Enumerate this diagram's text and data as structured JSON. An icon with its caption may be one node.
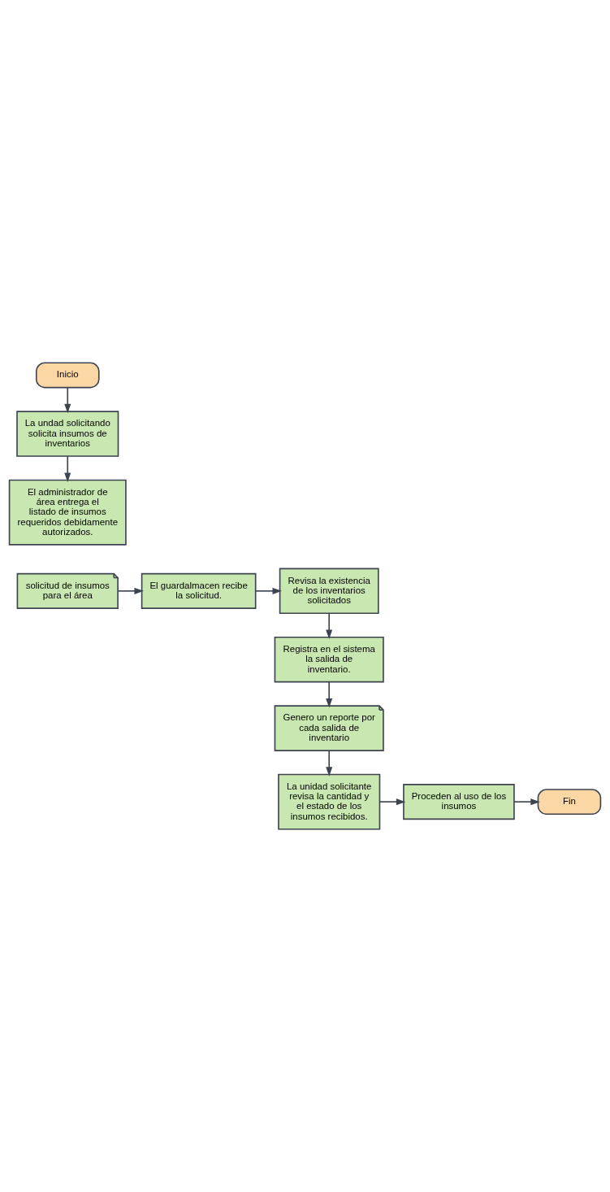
{
  "diagram": {
    "nodes": [
      {
        "text": [
          "Inicio"
        ]
      },
      {
        "text": [
          "La undad solicitando solicita insumos de inventarios"
        ]
      },
      {
        "text": [
          "El administrador de área entrega el listado de insumos requeridos debidamente autorizados."
        ]
      },
      {
        "text": [
          "solicitud de insumos para el área"
        ]
      },
      {
        "text": [
          "El guardalmacen recibe la solicitud."
        ]
      },
      {
        "text": [
          "Revisa la existencia de los inventarios solicitados"
        ]
      },
      {
        "text": [
          "Registra en el sistema la salida de inventario."
        ]
      },
      {
        "text": [
          "Genero un reporte por cada salida de inventario"
        ]
      },
      {
        "text": [
          "La unidad solicitante revisa la cantidad y el estado de los insumos recibidos."
        ]
      },
      {
        "text": [
          "Proceden al uso de los insumos"
        ]
      },
      {
        "text": [
          "Fin"
        ]
      }
    ],
    "edges": [
      {
        "from": 0,
        "to": 1,
        "arrow": "to"
      },
      {
        "from": 1,
        "to": 2,
        "arrow": "to"
      },
      {
        "from": 3,
        "to": 4,
        "arrow": "to"
      },
      {
        "from": 4,
        "to": 5,
        "arrow": "to"
      },
      {
        "from": 5,
        "to": 6,
        "arrow": "to"
      },
      {
        "from": 6,
        "to": 7,
        "arrow": "to"
      },
      {
        "from": 7,
        "to": 8,
        "arrow": "to"
      },
      {
        "from": 8,
        "to": 9,
        "arrow": "to"
      },
      {
        "from": 9,
        "to": 10,
        "arrow": "to"
      }
    ]
  }
}
